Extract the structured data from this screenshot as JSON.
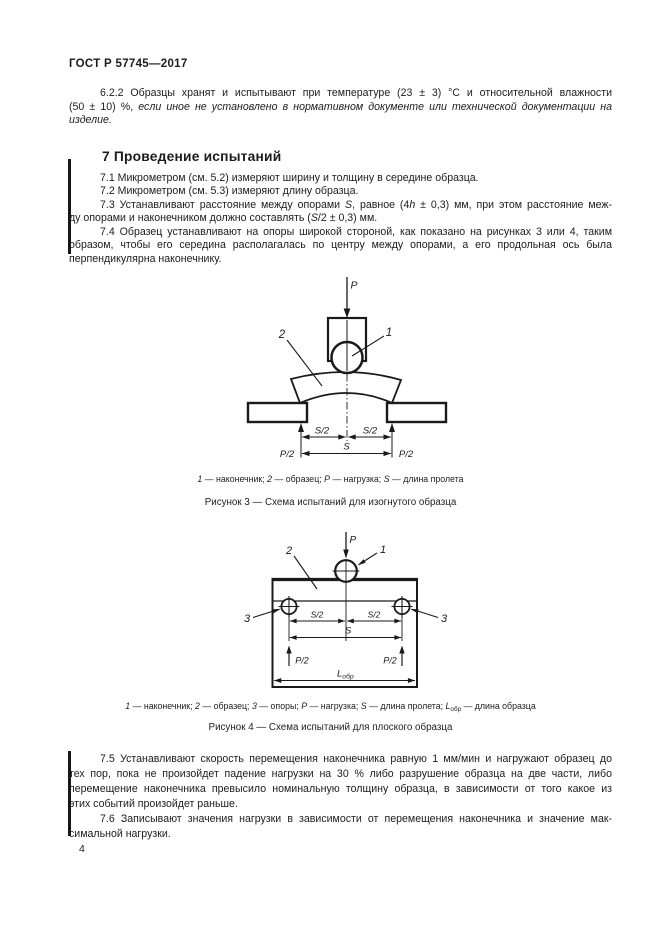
{
  "colors": {
    "text": "#1c1c1c",
    "background": "#ffffff",
    "line": "#1a1a1a"
  },
  "header": {
    "standard": "ГОСТ Р 57745—2017"
  },
  "footer": {
    "page_number": "4"
  },
  "sections": {
    "p622": {
      "l1": [
        {
          "t": "6.2.2  Образцы хранят и испытывают при температуре (23 ± 3) °С и относительной влажности"
        }
      ],
      "l2": [
        {
          "t": "(50 ± 10) %, "
        },
        {
          "t": "если иное не установлено в нормативном документе или технической документации на",
          "i": 1
        }
      ],
      "l3": [
        {
          "t": "изделие.",
          "i": 1
        }
      ]
    },
    "heading7": "7  Проведение испытаний",
    "p71": "7.1  Микрометром (см. 5.2) измеряют ширину и толщину в середине образца.",
    "p72": "7.2  Микрометром (см. 5.3) измеряют длину образца.",
    "p73": {
      "l1": [
        {
          "t": "7.3  Устанавливают расстояние между опорами "
        },
        {
          "t": "S",
          "i": 1
        },
        {
          "t": ", равное (4"
        },
        {
          "t": "h",
          "i": 1
        },
        {
          "t": " ± 0,3) мм, при этом расстояние меж-"
        }
      ],
      "l2": [
        {
          "t": "ду опорами и наконечником должно составлять ("
        },
        {
          "t": "S",
          "i": 1
        },
        {
          "t": "/2 ± 0,3) мм."
        }
      ]
    },
    "p74": {
      "l1": "7.4  Образец устанавливают на опоры широкой стороной, как показано на рисунках 3 или 4, таким",
      "l2": "образом, чтобы его середина располагалась по центру между опорами, а его продольная ось была",
      "l3": "перпендикулярна наконечнику."
    },
    "p75": {
      "l1": "7.5  Устанавливают скорость перемещения наконечника равную 1 мм/мин и нагружают образец до",
      "l2": "тех пор, пока не произойдет падение нагрузки на 30 % либо разрушение образца на две части, либо",
      "l3": "перемещение наконечника превысило номинальную толщину образца, в зависимости от того какое из",
      "l4": "этих событий произойдет раньше."
    },
    "p76": {
      "l1": "7.6  Записывают значения нагрузки в зависимости от перемещения наконечника и значение мак-",
      "l2": "симальной нагрузки."
    }
  },
  "figure3": {
    "labels": {
      "load": "P",
      "part1": "1",
      "part2": "2",
      "dim_s2a": "S/2",
      "dim_s2b": "S/2",
      "dim_s": "S",
      "force_left": "P/2",
      "force_right": "P/2"
    },
    "caption": [
      {
        "t": "1",
        "i": 1
      },
      {
        "t": " — наконечник; "
      },
      {
        "t": "2",
        "i": 1
      },
      {
        "t": " — образец; "
      },
      {
        "t": "Р",
        "i": 1
      },
      {
        "t": " — нагрузка; "
      },
      {
        "t": "S",
        "i": 1
      },
      {
        "t": " — длина пролета"
      }
    ],
    "title": "Рисунок 3 — Схема испытаний для изогнутого образца"
  },
  "figure4": {
    "labels": {
      "load": "P",
      "part1": "1",
      "part2": "2",
      "part3_left": "3",
      "part3_right": "3",
      "dim_s2a": "S/2",
      "dim_s2b": "S/2",
      "dim_s": "S",
      "force_left": "P/2",
      "force_right": "P/2",
      "len_main": "L",
      "len_sub": "обр"
    },
    "caption": [
      {
        "t": "1",
        "i": 1
      },
      {
        "t": " — наконечник; "
      },
      {
        "t": "2",
        "i": 1
      },
      {
        "t": " — образец; "
      },
      {
        "t": "3",
        "i": 1
      },
      {
        "t": " — опоры; "
      },
      {
        "t": "Р",
        "i": 1
      },
      {
        "t": " — нагрузка; "
      },
      {
        "t": "S",
        "i": 1
      },
      {
        "t": " — длина пролета; "
      },
      {
        "t": "L",
        "i": 1
      },
      {
        "t": "обр",
        "sub": 1
      },
      {
        "t": " — длина образца"
      }
    ],
    "title": "Рисунок 4 — Схема испытаний для плоского образца"
  }
}
